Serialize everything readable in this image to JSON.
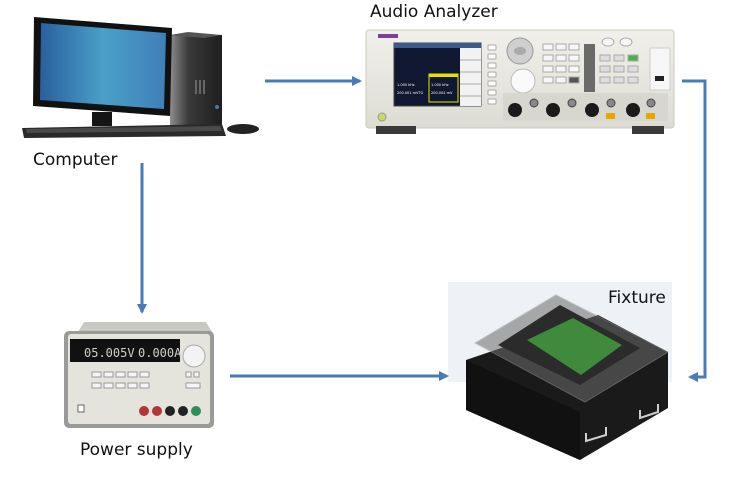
{
  "nodes": {
    "computer": {
      "label": "Computer"
    },
    "audio_analyzer": {
      "label": "Audio Analyzer",
      "brand_color": "#7a3fa0",
      "screen": {
        "left_freq": "1.000 kHz",
        "left_level": "200.001 mVTG",
        "right_freq": "1.000 kHz",
        "right_level": "200.004 mV"
      }
    },
    "power_supply": {
      "label": "Power supply",
      "display_voltage": "05.005V",
      "display_current": "0.000A"
    },
    "fixture": {
      "label": "Fixture"
    }
  },
  "connections": [
    {
      "from": "computer",
      "to": "audio_analyzer"
    },
    {
      "from": "computer",
      "to": "power_supply"
    },
    {
      "from": "audio_analyzer",
      "to": "fixture"
    },
    {
      "from": "power_supply",
      "to": "fixture"
    }
  ],
  "colors": {
    "arrow": "#4a7ab8",
    "monitor_screen": "#3f86c0",
    "pcb_green": "#3f8a3c",
    "fixture_body": "#1a1a1a",
    "instrument_panel": "#e6e5de"
  }
}
